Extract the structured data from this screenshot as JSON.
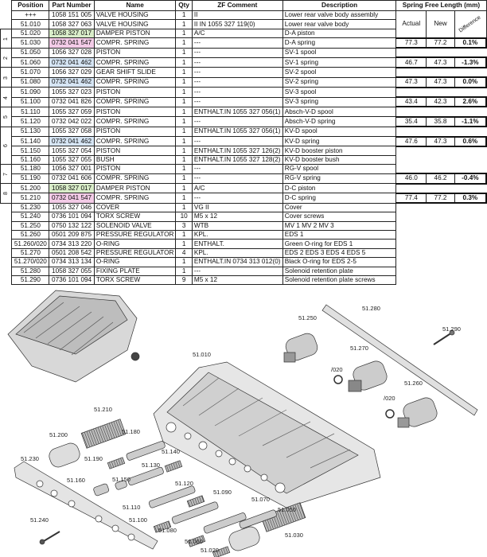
{
  "headers": {
    "position": "Position",
    "part_number": "Part Number",
    "name": "Name",
    "qty": "Qty",
    "zf_comment": "ZF Comment",
    "description": "Description",
    "spring": "Spring Free Length (mm)",
    "actual": "Actual",
    "new": "New",
    "difference": "Difference"
  },
  "highlight_colors": {
    "green": "#d9edc9",
    "pink": "#f3cbe7",
    "blue": "#d6e5f4"
  },
  "rows": [
    {
      "group": "",
      "pos": "+++",
      "part": "1058 151 005",
      "name": "VALVE HOUSING",
      "qty": "1",
      "zf": "II",
      "desc": "Lower rear valve body assembly"
    },
    {
      "group": "",
      "pos": "51.010",
      "part": "1058 327 063",
      "name": "VALVE HOUSING",
      "qty": "1",
      "zf": "II  IN 1055 327 119(0)",
      "desc": "Lower rear valve body"
    },
    {
      "group": "1",
      "pos": "51.020",
      "part": "1058 327 017",
      "hl": "green",
      "name": "DAMPER PISTON",
      "qty": "1",
      "zf": "A/C",
      "desc": "D-A piston"
    },
    {
      "group": "1",
      "pos": "51.030",
      "part": "0732 041 547",
      "hl": "pink",
      "name": "COMPR. SPRING",
      "qty": "1",
      "zf": "---",
      "desc": "D-A spring",
      "actual": "77.3",
      "new": "77.2",
      "diff": "0.1%"
    },
    {
      "group": "2",
      "pos": "51.050",
      "part": "1056 327 028",
      "name": "PISTON",
      "qty": "1",
      "zf": "---",
      "desc": "SV-1 spool"
    },
    {
      "group": "2",
      "pos": "51.060",
      "part": "0732 041 462",
      "hl": "blue",
      "name": "COMPR. SPRING",
      "qty": "1",
      "zf": "---",
      "desc": "SV-1 spring",
      "actual": "46.7",
      "new": "47.3",
      "diff": "-1.3%"
    },
    {
      "group": "3",
      "pos": "51.070",
      "part": "1056 327 029",
      "name": "GEAR SHIFT SLIDE",
      "qty": "1",
      "zf": "---",
      "desc": "SV-2 spool"
    },
    {
      "group": "3",
      "pos": "51.080",
      "part": "0732 041 462",
      "hl": "blue",
      "name": "COMPR. SPRING",
      "qty": "1",
      "zf": "---",
      "desc": "SV-2 spring",
      "actual": "47.3",
      "new": "47.3",
      "diff": "0.0%"
    },
    {
      "group": "4",
      "pos": "51.090",
      "part": "1055 327 023",
      "name": "PISTON",
      "qty": "1",
      "zf": "---",
      "desc": "SV-3 spool"
    },
    {
      "group": "4",
      "pos": "51.100",
      "part": "0732 041 826",
      "name": "COMPR. SPRING",
      "qty": "1",
      "zf": "---",
      "desc": "SV-3 spring",
      "actual": "43.4",
      "new": "42.3",
      "diff": "2.6%"
    },
    {
      "group": "5",
      "pos": "51.110",
      "part": "1055 327 059",
      "name": "PISTON",
      "qty": "1",
      "zf": "ENTHALT.IN 1055 327 056(1)",
      "desc": "Absch-V-D spool"
    },
    {
      "group": "5",
      "pos": "51.120",
      "part": "0732 042 022",
      "name": "COMPR. SPRING",
      "qty": "1",
      "zf": "---",
      "desc": "Absch-V-D spring",
      "actual": "35.4",
      "new": "35.8",
      "diff": "-1.1%"
    },
    {
      "group": "6",
      "pos": "51.130",
      "part": "1055 327 058",
      "name": "PISTON",
      "qty": "1",
      "zf": "ENTHALT.IN 1055 327 056(1)",
      "desc": "KV-D spool"
    },
    {
      "group": "6",
      "pos": "51.140",
      "part": "0732 041 462",
      "hl": "blue",
      "name": "COMPR. SPRING",
      "qty": "1",
      "zf": "---",
      "desc": "KV-D spring",
      "actual": "47.6",
      "new": "47.3",
      "diff": "0.6%"
    },
    {
      "group": "6",
      "pos": "51.150",
      "part": "1055 327 054",
      "name": "PISTON",
      "qty": "1",
      "zf": "ENTHALT.IN 1055 327 126(2)",
      "desc": "KV-D booster piston"
    },
    {
      "group": "6",
      "pos": "51.160",
      "part": "1055 327 055",
      "name": "BUSH",
      "qty": "1",
      "zf": "ENTHALT.IN 1055 327 128(2)",
      "desc": "KV-D booster bush"
    },
    {
      "group": "7",
      "pos": "51.180",
      "part": "1056 327 001",
      "name": "PISTON",
      "qty": "1",
      "zf": "---",
      "desc": "RG-V spool"
    },
    {
      "group": "7",
      "pos": "51.190",
      "part": "0732 041 606",
      "name": "COMPR. SPRING",
      "qty": "1",
      "zf": "---",
      "desc": "RG-V spring",
      "actual": "46.0",
      "new": "46.2",
      "diff": "-0.4%"
    },
    {
      "group": "8",
      "pos": "51.200",
      "part": "1058 327 017",
      "hl": "green",
      "name": "DAMPER PISTON",
      "qty": "1",
      "zf": "A/C",
      "desc": "D-C piston"
    },
    {
      "group": "8",
      "pos": "51.210",
      "part": "0732 041 547",
      "hl": "pink",
      "name": "COMPR. SPRING",
      "qty": "1",
      "zf": "---",
      "desc": "D-C spring",
      "actual": "77.4",
      "new": "77.2",
      "diff": "0.3%"
    },
    {
      "group": "",
      "pos": "51.230",
      "part": "1055 327 046",
      "name": "COVER",
      "qty": "1",
      "zf": "VG II",
      "desc": "Cover"
    },
    {
      "group": "",
      "pos": "51.240",
      "part": "0736 101 094",
      "name": "TORX SCREW",
      "qty": "10",
      "zf": "M5 x 12",
      "desc": "Cover screws"
    },
    {
      "group": "",
      "pos": "51.250",
      "part": "0750 132 122",
      "name": "SOLENOID VALVE",
      "qty": "3",
      "zf": "WTB",
      "desc": "MV 1  MV 2  MV 3"
    },
    {
      "group": "",
      "pos": "51.260",
      "part": "0501 209 875",
      "name": "PRESSURE REGULATOR",
      "qty": "1",
      "zf": "KPL.",
      "desc": "EDS 1"
    },
    {
      "group": "",
      "pos": "51.260/020",
      "part": "0734 313 220",
      "name": "O-RING",
      "qty": "1",
      "zf": "ENTHALT.",
      "desc": "Green O-ring for EDS 1"
    },
    {
      "group": "",
      "pos": "51.270",
      "part": "0501 208 542",
      "name": "PRESSURE REGULATOR",
      "qty": "4",
      "zf": "KPL.",
      "desc": "EDS 2  EDS 3  EDS 4  EDS 5"
    },
    {
      "group": "",
      "pos": "51.270/020",
      "part": "0734 313 134",
      "name": "O-RING",
      "qty": "1",
      "zf": "ENTHALT.IN 0734 313 012(0)",
      "desc": "Black O-ring for EDS 2-5"
    },
    {
      "group": "",
      "pos": "51.280",
      "part": "1058 327 055",
      "name": "FIXING PLATE",
      "qty": "1",
      "zf": "---",
      "desc": "Solenoid retention plate"
    },
    {
      "group": "",
      "pos": "51.290",
      "part": "0736 101 094",
      "name": "TORX SCREW",
      "qty": "9",
      "zf": "M5 x 12",
      "desc": "Solenoid retention plate screws"
    }
  ],
  "diagram_labels": {
    "l51280": "51.280",
    "l51290": "51.290",
    "l51250": "51.250",
    "l51010": "51.010",
    "l51270": "51.270",
    "l020a": "/020",
    "l51260": "51.260",
    "l020b": "/020",
    "l51210": "51.210",
    "l51180": "51.180",
    "l51200": "51.200",
    "l51190": "51.190",
    "l51140": "51.140",
    "l51130": "51.130",
    "l51230": "51.230",
    "l51120": "51.120",
    "l51160": "51.160",
    "l51150": "51.150",
    "l51090": "51.090",
    "l51110": "51.110",
    "l51100": "51.100",
    "l51070": "51.070",
    "l51050": "51.050",
    "l51080": "51.080",
    "l51060": "51.060",
    "l51030": "51.030",
    "l51240": "51.240",
    "l51020": "51.020"
  }
}
